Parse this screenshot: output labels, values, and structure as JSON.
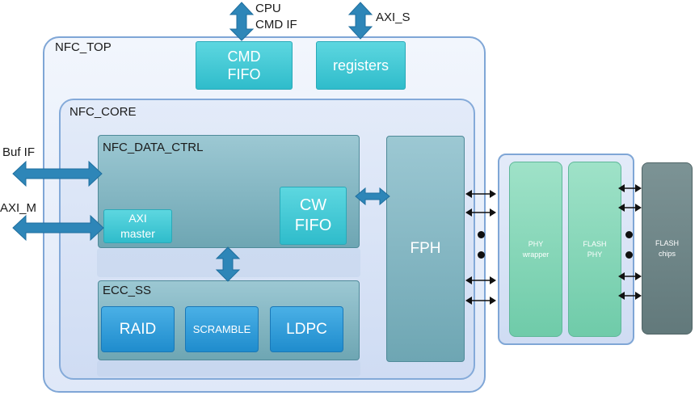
{
  "diagram": {
    "top_interfaces": {
      "cpu_label": "CPU",
      "cmd_if_label": "CMD IF",
      "axi_s_label": "AXI_S"
    },
    "nfc_top": {
      "label": "NFC_TOP",
      "cmd_fifo": [
        "CMD",
        "FIFO"
      ],
      "registers": "registers"
    },
    "nfc_core": {
      "label": "NFC_CORE",
      "data_ctrl": {
        "label": "NFC_DATA_CTRL",
        "axi_master": [
          "AXI",
          "master"
        ],
        "cw_fifo": [
          "CW",
          "FIFO"
        ]
      },
      "ecc_ss": {
        "label": "ECC_SS",
        "raid": "RAID",
        "scramble": "SCRAMBLE",
        "ldpc": "LDPC"
      },
      "fph": "FPH"
    },
    "left_interfaces": {
      "buf_if_label": "Buf IF",
      "axi_m_label": "AXI_M"
    },
    "phy_group": {
      "phy_wrapper": [
        "PHY",
        "wrapper"
      ],
      "flash_phy": [
        "FLASH",
        "PHY"
      ]
    },
    "flash_chips": [
      "FLASH",
      "chips"
    ],
    "colors": {
      "frame_border": "#7fa6d6",
      "teal_block": "#7fb4c1",
      "cyan_block": "#3ec6d3",
      "blue_block": "#2f9ad8",
      "green_block": "#82d4b5",
      "flash_chips": "#6f8588",
      "arrow_blue": "#2e86b8"
    }
  }
}
